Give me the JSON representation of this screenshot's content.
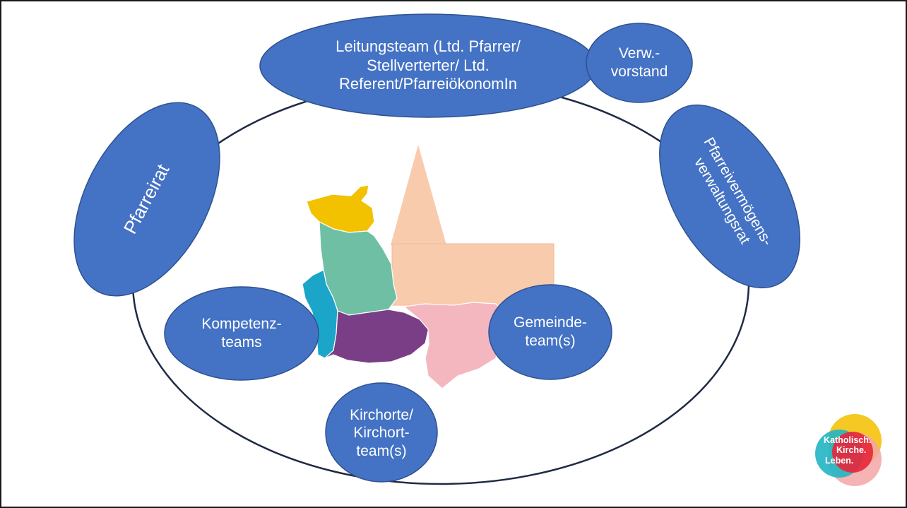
{
  "colors": {
    "bubble_fill": "#4472C4",
    "bubble_stroke": "#2F528F",
    "outline": "#1F2A44",
    "church": "#F8CBAD",
    "region_yellow": "#F2C200",
    "region_teal": "#6FBFA5",
    "region_blue": "#1BA6C9",
    "region_purple": "#7A3E86",
    "region_pink": "#F4B7C0"
  },
  "bubbles": {
    "leitungsteam": "Leitungsteam (Ltd. Pfarrer/\nStellverterter/ Ltd.\nReferent/PfarreiökonomIn",
    "verwaltung": "Verw.-\nvorstand",
    "pfarreirat": "Pfarreirat",
    "pfarreivermoegen": "Pfarreivermögens-\nverwaltungsrat",
    "kompetenzteams": "Kompetenz-\nteams",
    "gemeindeteams": "Gemeinde-\nteam(s)",
    "kirchorte": "Kirchorte/\nKirchort-\nteam(s)"
  },
  "logo": {
    "lines": [
      "Katholisch.",
      "Kirche.",
      "Leben."
    ],
    "colors": [
      "#F5C518",
      "#E5283C",
      "#22B5C3",
      "#F4A6A6"
    ]
  }
}
